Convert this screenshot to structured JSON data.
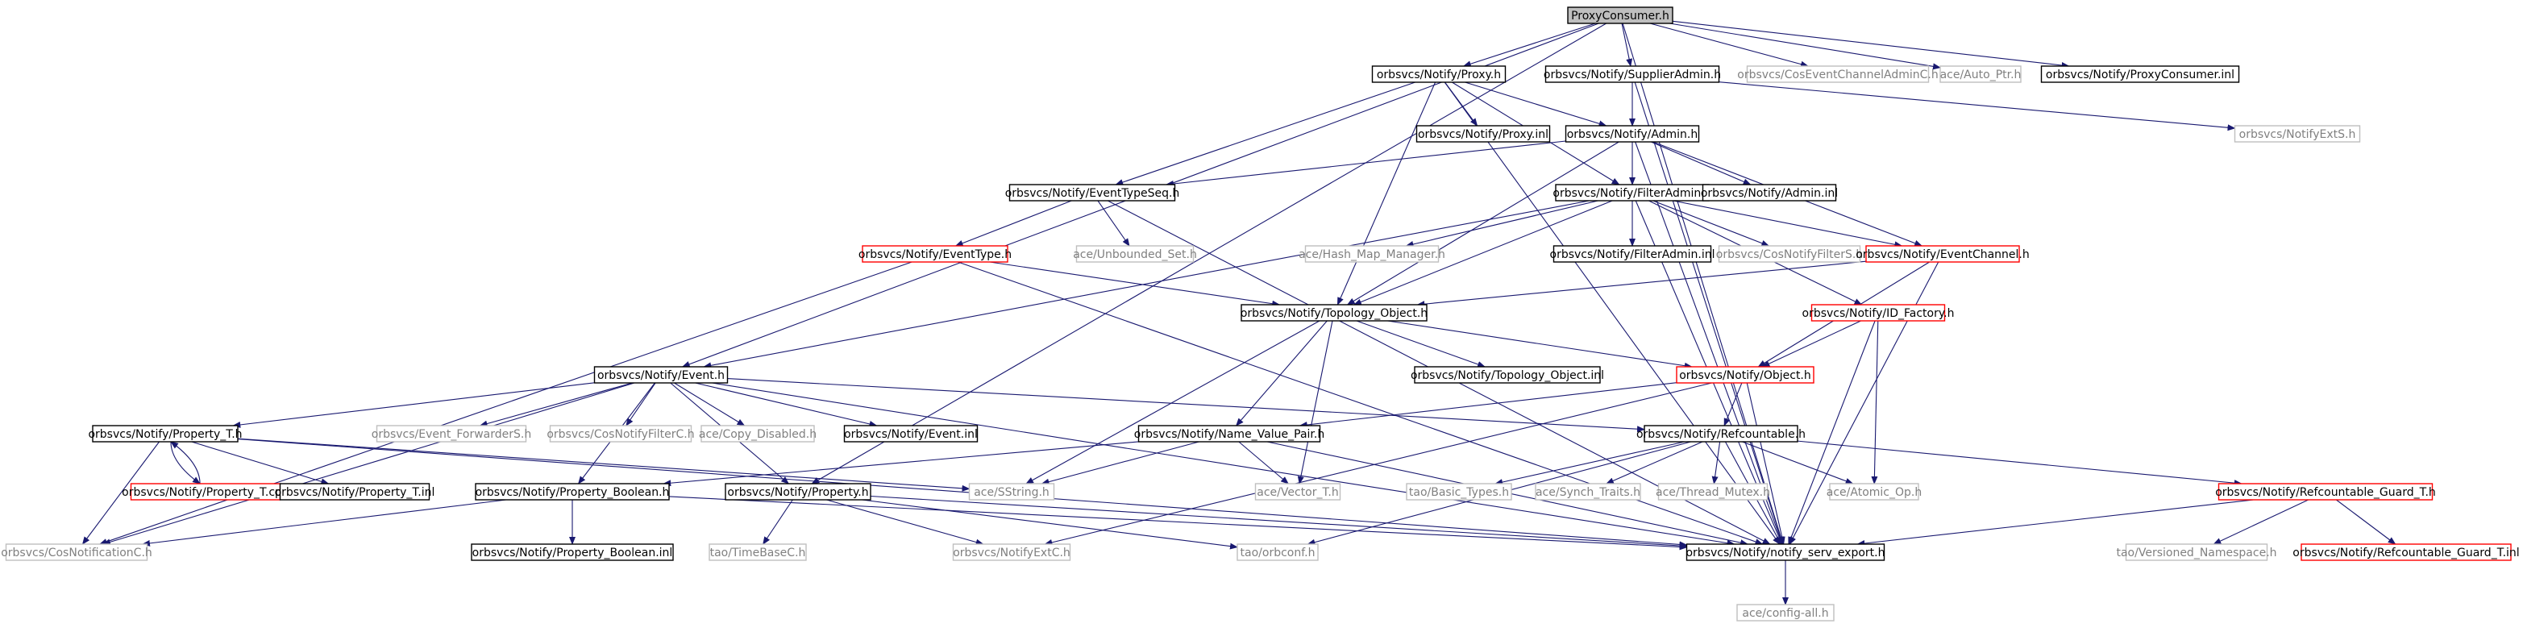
{
  "styles": {
    "root": {
      "fill": "#bfbfbf",
      "stroke": "#000000",
      "text": "#000000"
    },
    "normal": {
      "fill": "#ffffff",
      "stroke": "#000000",
      "text": "#000000"
    },
    "missing": {
      "fill": "#ffffff",
      "stroke": "#ff0000",
      "text": "#000000"
    },
    "external": {
      "fill": "#ffffff",
      "stroke": "#bfbfbf",
      "text": "#808080"
    },
    "edge_color": "#191970"
  },
  "nodes": [
    {
      "id": "root",
      "label": "ProxyConsumer.h",
      "style": "root"
    },
    {
      "id": "proxy",
      "label": "orbsvcs/Notify/Proxy.h",
      "style": "normal"
    },
    {
      "id": "supplieradmin",
      "label": "orbsvcs/Notify/SupplierAdmin.h",
      "style": "normal"
    },
    {
      "id": "coseventchanneladminc",
      "label": "orbsvcs/CosEventChannelAdminC.h",
      "style": "external"
    },
    {
      "id": "autoptr",
      "label": "ace/Auto_Ptr.h",
      "style": "external"
    },
    {
      "id": "proxyconsumerinl",
      "label": "orbsvcs/Notify/ProxyConsumer.inl",
      "style": "normal"
    },
    {
      "id": "proxyinl",
      "label": "orbsvcs/Notify/Proxy.inl",
      "style": "normal"
    },
    {
      "id": "admin",
      "label": "orbsvcs/Notify/Admin.h",
      "style": "normal"
    },
    {
      "id": "notifyexts",
      "label": "orbsvcs/NotifyExtS.h",
      "style": "external"
    },
    {
      "id": "eventtypeseq",
      "label": "orbsvcs/Notify/EventTypeSeq.h",
      "style": "normal"
    },
    {
      "id": "filteradmin",
      "label": "orbsvcs/Notify/FilterAdmin.h",
      "style": "normal"
    },
    {
      "id": "admininl",
      "label": "orbsvcs/Notify/Admin.inl",
      "style": "normal"
    },
    {
      "id": "eventtype",
      "label": "orbsvcs/Notify/EventType.h",
      "style": "missing"
    },
    {
      "id": "unboundedset",
      "label": "ace/Unbounded_Set.h",
      "style": "external"
    },
    {
      "id": "hashmapmanager",
      "label": "ace/Hash_Map_Manager.h",
      "style": "external"
    },
    {
      "id": "filteradmininl",
      "label": "orbsvcs/Notify/FilterAdmin.inl",
      "style": "normal"
    },
    {
      "id": "cosnotifyfilters",
      "label": "orbsvcs/CosNotifyFilterS.h",
      "style": "external"
    },
    {
      "id": "eventchannel",
      "label": "orbsvcs/Notify/EventChannel.h",
      "style": "missing"
    },
    {
      "id": "topologyobject",
      "label": "orbsvcs/Notify/Topology_Object.h",
      "style": "normal"
    },
    {
      "id": "idfactory",
      "label": "orbsvcs/Notify/ID_Factory.h",
      "style": "missing"
    },
    {
      "id": "event",
      "label": "orbsvcs/Notify/Event.h",
      "style": "normal"
    },
    {
      "id": "topologyobjectinl",
      "label": "orbsvcs/Notify/Topology_Object.inl",
      "style": "normal"
    },
    {
      "id": "object",
      "label": "orbsvcs/Notify/Object.h",
      "style": "missing"
    },
    {
      "id": "propertyt",
      "label": "orbsvcs/Notify/Property_T.h",
      "style": "normal"
    },
    {
      "id": "eventforwarders",
      "label": "orbsvcs/Event_ForwarderS.h",
      "style": "external"
    },
    {
      "id": "cosnotifyfilterc",
      "label": "orbsvcs/CosNotifyFilterC.h",
      "style": "external"
    },
    {
      "id": "copydisabled",
      "label": "ace/Copy_Disabled.h",
      "style": "external"
    },
    {
      "id": "eventinl",
      "label": "orbsvcs/Notify/Event.inl",
      "style": "normal"
    },
    {
      "id": "namevaluepair",
      "label": "orbsvcs/Notify/Name_Value_Pair.h",
      "style": "normal"
    },
    {
      "id": "refcountable",
      "label": "orbsvcs/Notify/Refcountable.h",
      "style": "normal"
    },
    {
      "id": "propertytcpp",
      "label": "orbsvcs/Notify/Property_T.cpp",
      "style": "missing"
    },
    {
      "id": "propertytinl",
      "label": "orbsvcs/Notify/Property_T.inl",
      "style": "normal"
    },
    {
      "id": "sstring",
      "label": "ace/SString.h",
      "style": "external"
    },
    {
      "id": "vectort",
      "label": "ace/Vector_T.h",
      "style": "external"
    },
    {
      "id": "basictypes",
      "label": "tao/Basic_Types.h",
      "style": "external"
    },
    {
      "id": "synchtraits",
      "label": "ace/Synch_Traits.h",
      "style": "external"
    },
    {
      "id": "threadmutex",
      "label": "ace/Thread_Mutex.h",
      "style": "external"
    },
    {
      "id": "atomicop",
      "label": "ace/Atomic_Op.h",
      "style": "external"
    },
    {
      "id": "refcountableguardt",
      "label": "orbsvcs/Notify/Refcountable_Guard_T.h",
      "style": "missing"
    },
    {
      "id": "propertyboolean",
      "label": "orbsvcs/Notify/Property_Boolean.h",
      "style": "normal"
    },
    {
      "id": "property",
      "label": "orbsvcs/Notify/Property.h",
      "style": "normal"
    },
    {
      "id": "cosnotificationc",
      "label": "orbsvcs/CosNotificationC.h",
      "style": "external"
    },
    {
      "id": "propertybooleaninl",
      "label": "orbsvcs/Notify/Property_Boolean.inl",
      "style": "normal"
    },
    {
      "id": "timebasec",
      "label": "tao/TimeBaseC.h",
      "style": "external"
    },
    {
      "id": "notifyextc",
      "label": "orbsvcs/NotifyExtC.h",
      "style": "external"
    },
    {
      "id": "orbconf",
      "label": "tao/orbconf.h",
      "style": "external"
    },
    {
      "id": "notifyservexport",
      "label": "orbsvcs/Notify/notify_serv_export.h",
      "style": "normal"
    },
    {
      "id": "versionednamespace",
      "label": "tao/Versioned_Namespace.h",
      "style": "external"
    },
    {
      "id": "refcountableguardtinl",
      "label": "orbsvcs/Notify/Refcountable_Guard_T.inl",
      "style": "missing"
    },
    {
      "id": "configall",
      "label": "ace/config-all.h",
      "style": "external"
    }
  ],
  "edges": [
    [
      "root",
      "proxy"
    ],
    [
      "root",
      "supplieradmin"
    ],
    [
      "root",
      "coseventchanneladminc"
    ],
    [
      "root",
      "autoptr"
    ],
    [
      "root",
      "proxyconsumerinl"
    ],
    [
      "root",
      "event"
    ],
    [
      "root",
      "property"
    ],
    [
      "root",
      "notifyservexport"
    ],
    [
      "proxy",
      "proxyinl"
    ],
    [
      "proxy",
      "admin"
    ],
    [
      "proxy",
      "eventtypeseq"
    ],
    [
      "proxy",
      "filteradmin"
    ],
    [
      "proxy",
      "topologyobject"
    ],
    [
      "proxy",
      "notifyservexport"
    ],
    [
      "supplieradmin",
      "admin"
    ],
    [
      "supplieradmin",
      "notifyexts"
    ],
    [
      "supplieradmin",
      "notifyservexport"
    ],
    [
      "admin",
      "admininl"
    ],
    [
      "admin",
      "eventtypeseq"
    ],
    [
      "admin",
      "filteradmin"
    ],
    [
      "admin",
      "eventchannel"
    ],
    [
      "admin",
      "topologyobject"
    ],
    [
      "admin",
      "notifyservexport"
    ],
    [
      "eventtypeseq",
      "eventtype"
    ],
    [
      "eventtypeseq",
      "unboundedset"
    ],
    [
      "eventtypeseq",
      "notifyservexport"
    ],
    [
      "filteradmin",
      "hashmapmanager"
    ],
    [
      "filteradmin",
      "filteradmininl"
    ],
    [
      "filteradmin",
      "cosnotifyfilters"
    ],
    [
      "filteradmin",
      "eventchannel"
    ],
    [
      "filteradmin",
      "idfactory"
    ],
    [
      "filteradmin",
      "topologyobject"
    ],
    [
      "filteradmin",
      "event"
    ],
    [
      "filteradmin",
      "notifyservexport"
    ],
    [
      "eventtype",
      "topologyobject"
    ],
    [
      "eventtype",
      "cosnotificationc"
    ],
    [
      "eventtype",
      "notifyservexport"
    ],
    [
      "eventchannel",
      "topologyobject"
    ],
    [
      "eventchannel",
      "object"
    ],
    [
      "eventchannel",
      "notifyservexport"
    ],
    [
      "idfactory",
      "object"
    ],
    [
      "idfactory",
      "atomicop"
    ],
    [
      "idfactory",
      "notifyservexport"
    ],
    [
      "topologyobject",
      "topologyobjectinl"
    ],
    [
      "topologyobject",
      "object"
    ],
    [
      "topologyobject",
      "namevaluepair"
    ],
    [
      "topologyobject",
      "sstring"
    ],
    [
      "topologyobject",
      "vectort"
    ],
    [
      "event",
      "eventforwarders"
    ],
    [
      "event",
      "cosnotifyfilterc"
    ],
    [
      "event",
      "copydisabled"
    ],
    [
      "event",
      "eventinl"
    ],
    [
      "event",
      "propertyt"
    ],
    [
      "event",
      "propertyboolean"
    ],
    [
      "event",
      "property"
    ],
    [
      "event",
      "cosnotificationc"
    ],
    [
      "event",
      "refcountable"
    ],
    [
      "event",
      "notifyservexport"
    ],
    [
      "object",
      "namevaluepair"
    ],
    [
      "object",
      "refcountable"
    ],
    [
      "object",
      "notifyextc"
    ],
    [
      "object",
      "notifyservexport"
    ],
    [
      "namevaluepair",
      "sstring"
    ],
    [
      "namevaluepair",
      "vectort"
    ],
    [
      "namevaluepair",
      "propertyboolean"
    ],
    [
      "namevaluepair",
      "notifyservexport"
    ],
    [
      "refcountable",
      "basictypes"
    ],
    [
      "refcountable",
      "synchtraits"
    ],
    [
      "refcountable",
      "threadmutex"
    ],
    [
      "refcountable",
      "atomicop"
    ],
    [
      "refcountable",
      "refcountableguardt"
    ],
    [
      "refcountable",
      "orbconf"
    ],
    [
      "refcountable",
      "notifyservexport"
    ],
    [
      "refcountableguardt",
      "versionednamespace"
    ],
    [
      "refcountableguardt",
      "refcountableguardtinl"
    ],
    [
      "refcountableguardt",
      "notifyservexport"
    ],
    [
      "propertyt",
      "propertytcpp"
    ],
    [
      "propertytcpp",
      "propertyt"
    ],
    [
      "propertyt",
      "propertytinl"
    ],
    [
      "propertyt",
      "cosnotificationc"
    ],
    [
      "propertyt",
      "sstring"
    ],
    [
      "propertyt",
      "notifyservexport"
    ],
    [
      "propertyboolean",
      "propertybooleaninl"
    ],
    [
      "propertyboolean",
      "cosnotificationc"
    ],
    [
      "propertyboolean",
      "notifyservexport"
    ],
    [
      "property",
      "timebasec"
    ],
    [
      "property",
      "notifyextc"
    ],
    [
      "property",
      "orbconf"
    ],
    [
      "property",
      "notifyservexport"
    ],
    [
      "notifyservexport",
      "configall"
    ]
  ]
}
